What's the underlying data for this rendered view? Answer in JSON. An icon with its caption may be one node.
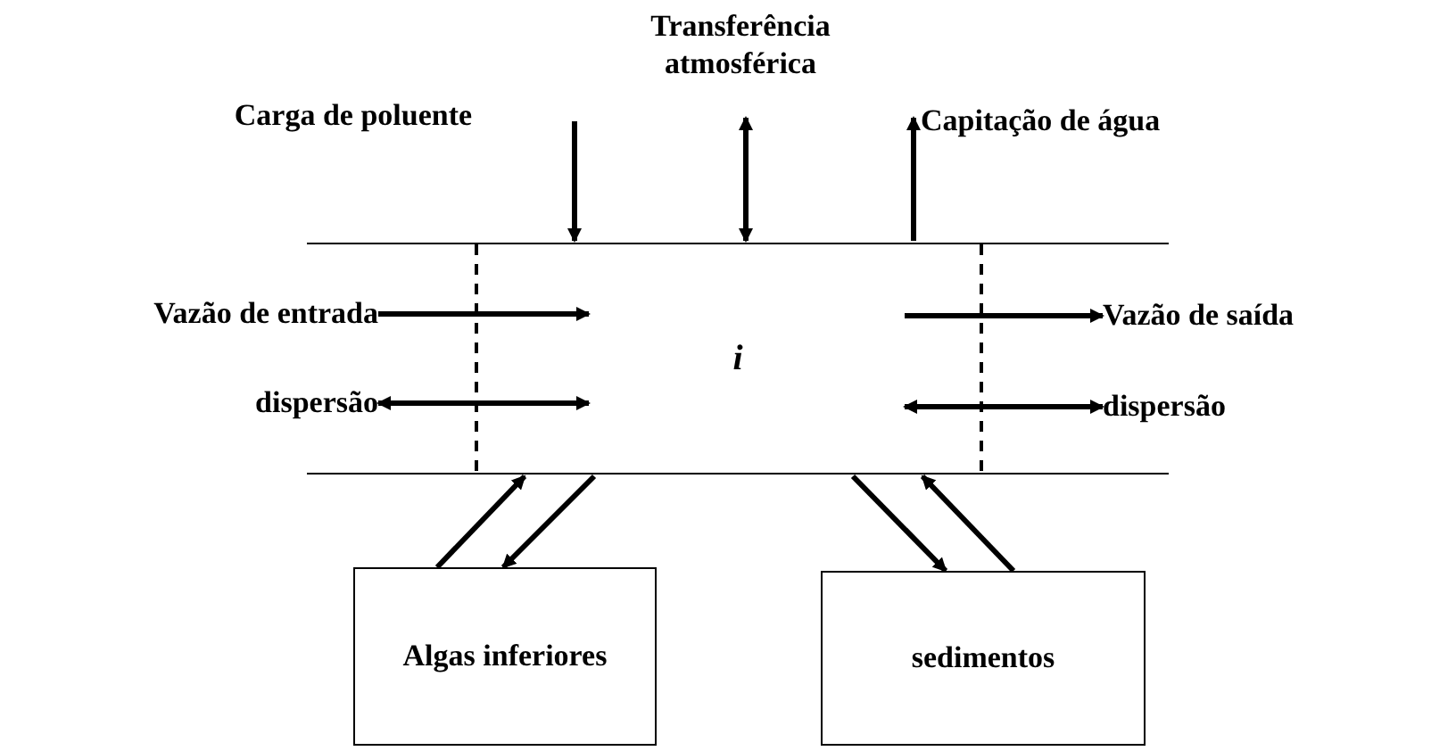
{
  "diagram": {
    "nodes": [
      {
        "text": [
          "i"
        ]
      },
      {
        "text": [
          "Algas inferiores"
        ]
      },
      {
        "text": [
          "sedimentos"
        ]
      },
      {
        "text": [
          "Capitação de água"
        ]
      },
      {
        "text": [
          "Vazão de entrada"
        ]
      },
      {
        "text": [
          "dispersão"
        ]
      },
      {
        "text": [
          "Vazão de saída"
        ]
      },
      {
        "text": [
          "dispersão"
        ]
      }
    ],
    "edges": [
      {
        "from": null,
        "to": 0,
        "arrow": "to"
      },
      {
        "from": null,
        "to": 0,
        "arrow": "both"
      },
      {
        "from": 0,
        "to": 3,
        "arrow": "to"
      },
      {
        "from": 4,
        "to": 0,
        "arrow": "to"
      },
      {
        "from": 5,
        "to": 0,
        "arrow": "both"
      },
      {
        "from": 0,
        "to": 6,
        "arrow": "to"
      },
      {
        "from": 0,
        "to": 7,
        "arrow": "both"
      },
      {
        "from": 1,
        "to": 0,
        "arrow": "to"
      },
      {
        "from": 0,
        "to": 1,
        "arrow": "to"
      },
      {
        "from": 0,
        "to": 2,
        "arrow": "to"
      },
      {
        "from": 2,
        "to": 0,
        "arrow": "to"
      }
    ],
    "labels": [
      "Carga de poluente",
      "Transferência atmosférica"
    ]
  }
}
